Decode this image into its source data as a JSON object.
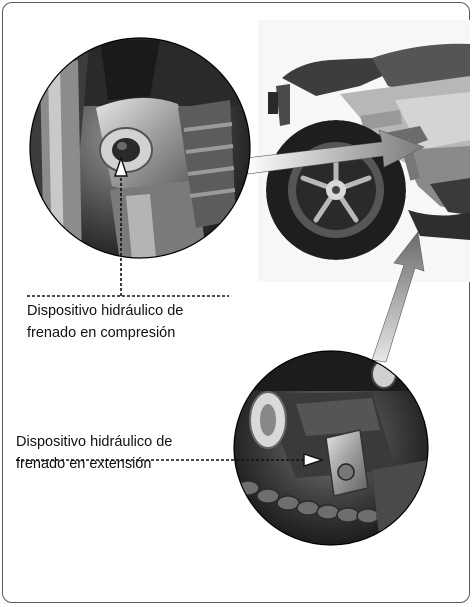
{
  "labels": {
    "compression_line1": "Dispositivo hidráulico de",
    "compression_line2": "frenado en compresión",
    "extension_line1": "Dispositivo hidráulico de",
    "extension_line2": "frenado en extensión"
  }
}
